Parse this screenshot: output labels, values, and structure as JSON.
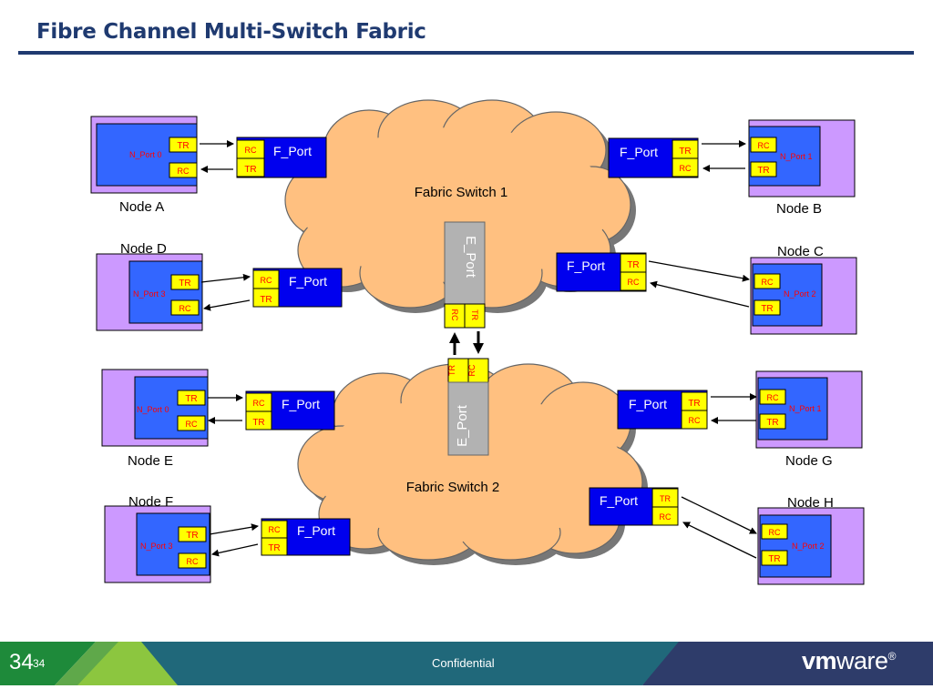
{
  "title": "Fibre Channel Multi-Switch Fabric",
  "colors": {
    "title": "#1f3a70",
    "node_fill": "#cc99ff",
    "nport_fill": "#3366ff",
    "fport_fill": "#0000ee",
    "tr_rc_fill": "#ffff00",
    "eport_fill": "#b2b2b2",
    "cloud_fill": "#ffc080"
  },
  "switches": {
    "s1": {
      "label": "Fabric Switch 1",
      "eport_label": "E_Port",
      "eport_tr": "TR",
      "eport_rc": "RC"
    },
    "s2": {
      "label": "Fabric Switch 2",
      "eport_label": "E_Port",
      "eport_tr": "TR",
      "eport_rc": "RC"
    }
  },
  "nodes": {
    "a": {
      "name": "Node A",
      "port": "N_Port 0",
      "tr": "TR",
      "rc": "RC"
    },
    "b": {
      "name": "Node B",
      "port": "N_Port 1",
      "tr": "TR",
      "rc": "RC"
    },
    "c": {
      "name": "Node C",
      "port": "N_Port 2",
      "tr": "TR",
      "rc": "RC"
    },
    "d": {
      "name": "Node D",
      "port": "N_Port 3",
      "tr": "TR",
      "rc": "RC"
    },
    "e": {
      "name": "Node E",
      "port": "N_Port 0",
      "tr": "TR",
      "rc": "RC"
    },
    "f": {
      "name": "Node F",
      "port": "N_Port 3",
      "tr": "TR",
      "rc": "RC"
    },
    "g": {
      "name": "Node G",
      "port": "N_Port 1",
      "tr": "TR",
      "rc": "RC"
    },
    "h": {
      "name": "Node H",
      "port": "N_Port 2",
      "tr": "TR",
      "rc": "RC"
    }
  },
  "fports": {
    "s1a": {
      "label": "F_Port",
      "tr": "TR",
      "rc": "RC"
    },
    "s1b": {
      "label": "F_Port",
      "tr": "TR",
      "rc": "RC"
    },
    "s1c": {
      "label": "F_Port",
      "tr": "TR",
      "rc": "RC"
    },
    "s1d": {
      "label": "F_Port",
      "tr": "TR",
      "rc": "RC"
    },
    "s2e": {
      "label": "F_Port",
      "tr": "TR",
      "rc": "RC"
    },
    "s2f": {
      "label": "F_Port",
      "tr": "TR",
      "rc": "RC"
    },
    "s2g": {
      "label": "F_Port",
      "tr": "TR",
      "rc": "RC"
    },
    "s2h": {
      "label": "F_Port",
      "tr": "TR",
      "rc": "RC"
    }
  },
  "footer": {
    "slide_number_large": "34",
    "slide_number_small": "34",
    "confidential": "Confidential",
    "logo_vm": "vm",
    "logo_ware": "ware",
    "logo_mark": "®"
  }
}
